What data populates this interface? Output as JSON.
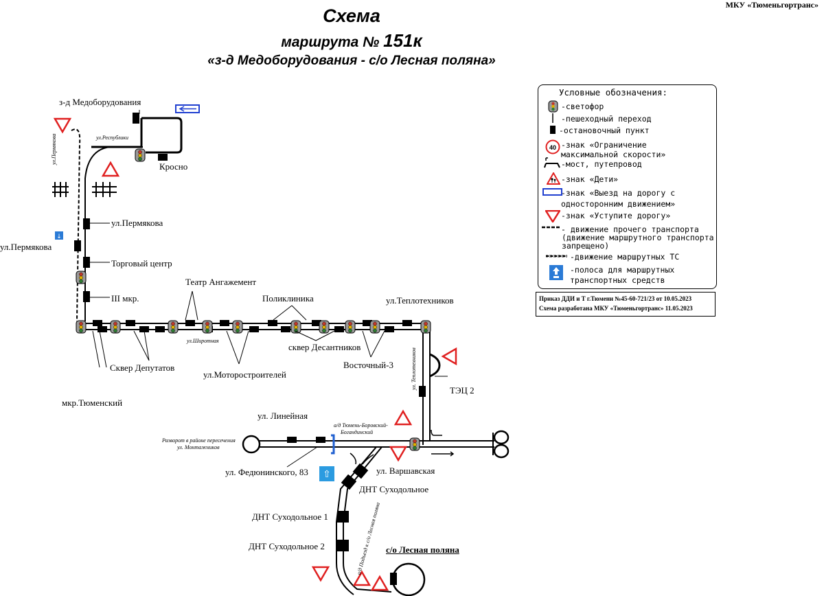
{
  "header": {
    "organization": "МКУ «Тюменьгортранс»",
    "title": "Схема",
    "route_prefix": "маршрута №",
    "route_number": "151к",
    "route_name": "«з-д Медоборудования - с/о Лесная поляна»"
  },
  "legend": {
    "title": "Условные обозначения:",
    "traffic_light": "-светофор",
    "crosswalk": "-пешеходный переход",
    "stop": "-остановочный пункт",
    "speed_sign_value": "40",
    "speed_limit_1": "-знак «Ограничение",
    "speed_limit_2": "максимальной скорости»",
    "bridge": "-мост, путепровод",
    "children": "-знак «Дети»",
    "one_way_1": "-знак «Выезд на дорогу с",
    "one_way_2": "односторонним движением»",
    "yield": "-знак «Уступите дорогу»",
    "other_traffic_1": "- движение прочего транспорта",
    "other_traffic_2": "(движение маршрутного транспорта",
    "other_traffic_3": "запрещено)",
    "route_movement": "-движение маршрутных ТС",
    "bus_lane_1": "-полоса для маршрутных",
    "bus_lane_2": "транспортных средств"
  },
  "order": {
    "line1": "Приказ ДДИ и Т г.Тюмени №45-60-721/23 от 10.05.2023",
    "line2": "Схема разработана МКУ «Тюменьгортранс» 11.05.2023"
  },
  "stops": {
    "medoborud": "з-д Медоборудования",
    "krosno": "Кросно",
    "permyakova_r": "ул.Пермякова",
    "permyakova_l": "ул.Пермякова",
    "torg": "Торговый центр",
    "iii": "III мкр.",
    "teatr": "Театр Ангажемент",
    "poliklinika": "Поликлиника",
    "teplotehnikov": "ул.Теплотехников",
    "skver_dep": "Сквер Депутатов",
    "motor": "ул.Моторостроителей",
    "skver_des": "сквер Десантников",
    "vostochny": "Восточный-3",
    "mkr_tyum": "мкр.Тюменский",
    "tec": "ТЭЦ 2",
    "lineynaya": "ул. Линейная",
    "fedyun": "ул. Федюнинского, 83",
    "varshav": "ул. Варшавская",
    "dnt": "ДНТ Суходольное",
    "dnt1": "ДНТ Суходольное 1",
    "dnt2": "ДНТ Суходольное 2",
    "lesnaya": "с/о Лесная поляна"
  },
  "streets": {
    "respubliki": "ул.Республики",
    "permyakova_v": "ул.Пермякова",
    "shirotnaya": "ул.Широтная",
    "teplotehnikov_v": "ул. Теплотехников",
    "tyumen_borovsk_1": "а/д Тюмень-Боровский-",
    "tyumen_borovsk_2": "Богандинский",
    "razvorot_1": "Разворот в районе пересечения",
    "razvorot_2": "ул. Монтажников",
    "podezd": "а/д Подъезд к с/о Лесная поляна"
  }
}
